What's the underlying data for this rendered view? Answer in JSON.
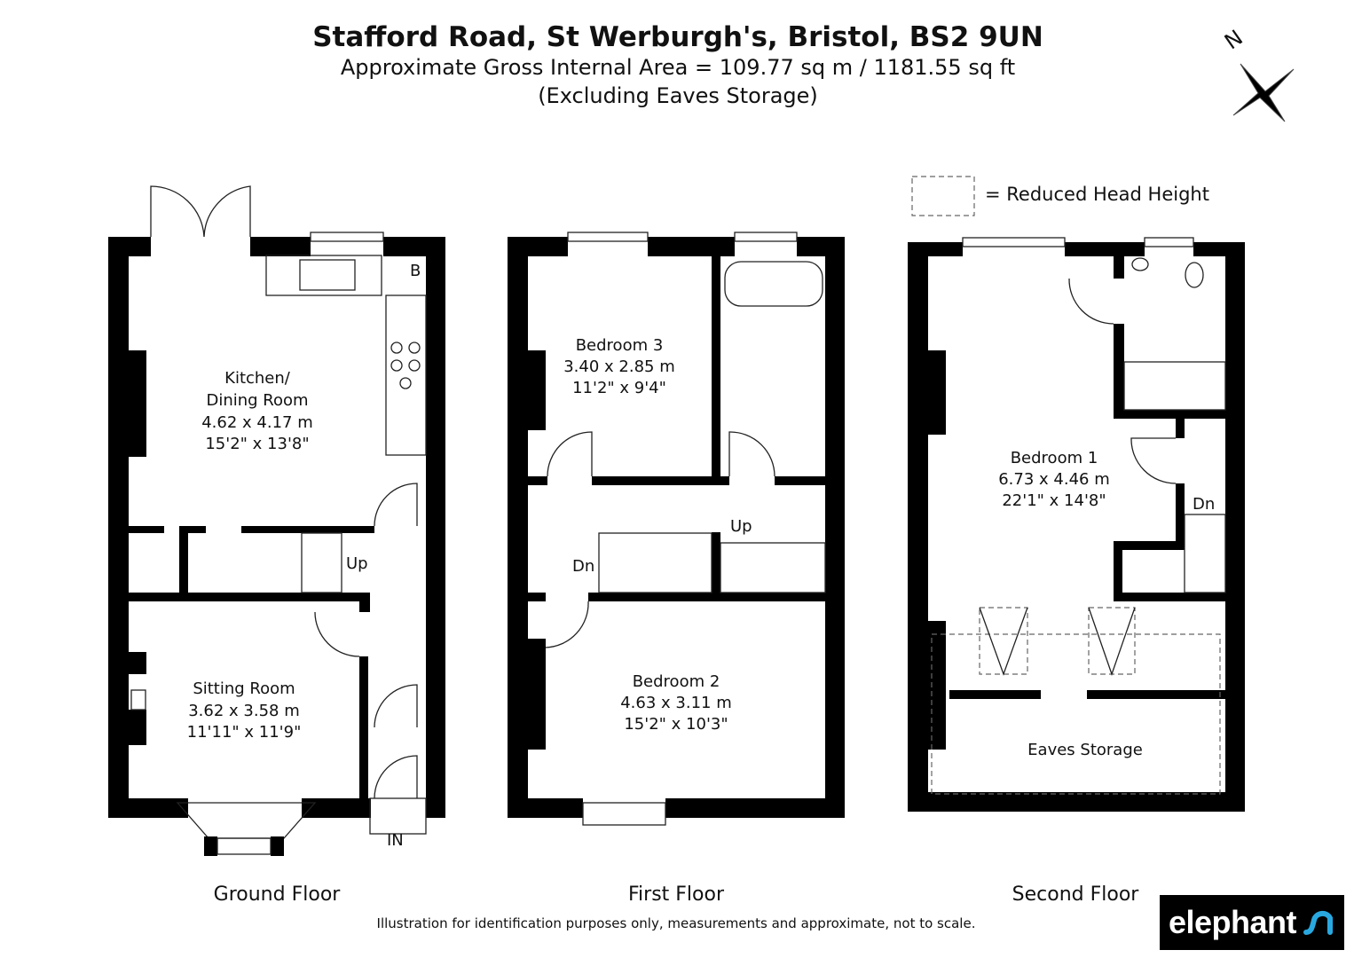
{
  "header": {
    "title": "Stafford Road, St Werburgh's, Bristol, BS2 9UN",
    "area": "Approximate Gross Internal Area = 109.77 sq m / 1181.55 sq ft",
    "note": "(Excluding Eaves Storage)"
  },
  "compass": {
    "label": "N",
    "icon": "compass-rose-icon"
  },
  "legend": {
    "text": "=  Reduced Head Height"
  },
  "ground_floor": {
    "label": "Ground Floor",
    "kitchen": {
      "name1": "Kitchen/",
      "name2": "Dining Room",
      "metric": "4.62 x 4.17 m",
      "imperial": "15'2\" x 13'8\""
    },
    "sitting": {
      "name": "Sitting Room",
      "metric": "3.62 x 3.58 m",
      "imperial": "11'11\" x 11'9\""
    },
    "boiler": "B",
    "stairs": "Up",
    "entrance": "IN"
  },
  "first_floor": {
    "label": "First Floor",
    "bedroom3": {
      "name": "Bedroom 3",
      "metric": "3.40 x 2.85 m",
      "imperial": "11'2\" x 9'4\""
    },
    "bedroom2": {
      "name": "Bedroom 2",
      "metric": "4.63 x 3.11 m",
      "imperial": "15'2\" x 10'3\""
    },
    "stairs_up": "Up",
    "stairs_down": "Dn"
  },
  "second_floor": {
    "label": "Second Floor",
    "bedroom1": {
      "name": "Bedroom 1",
      "metric": "6.73 x 4.46 m",
      "imperial": "22'1\" x 14'8\""
    },
    "eaves": "Eaves Storage",
    "stairs_down": "Dn"
  },
  "footer": {
    "disclaimer": "Illustration for identification purposes only, measurements and approximate, not to scale."
  },
  "logo": {
    "text": "elephant",
    "accent": "#29a8e0"
  }
}
